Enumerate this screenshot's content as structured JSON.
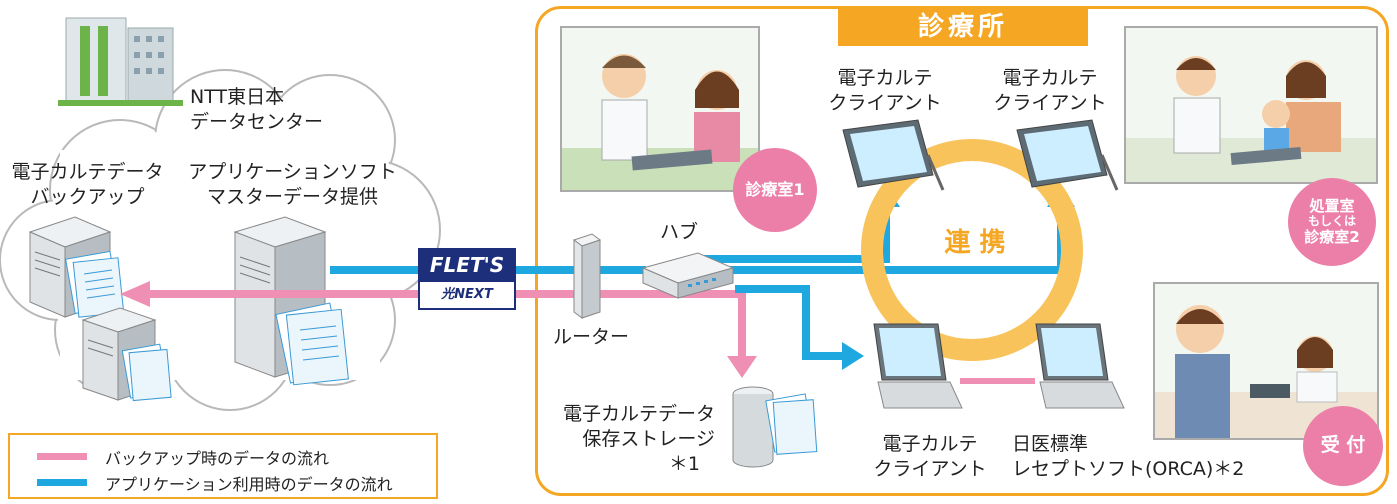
{
  "datacenter": {
    "name_line1": "NTT東日本",
    "name_line2": "データセンター",
    "backup_line1": "電子カルテデータ",
    "backup_line2": "バックアップ",
    "app_line1": "アプリケーションソフト",
    "app_line2": "マスターデータ提供"
  },
  "network": {
    "flets_top": "FLET'S",
    "flets_bottom": "光NEXT",
    "router": "ルーター",
    "hub": "ハブ",
    "storage_line1": "電子カルテデータ",
    "storage_line2": "保存ストレージ",
    "storage_note": "＊1"
  },
  "clinic": {
    "title": "診療所",
    "link": "連 携",
    "client_label_line1": "電子カルテ",
    "client_label_line2": "クライアント",
    "orca_line1": "日医標準",
    "orca_line2": "レセプトソフト(ORCA)＊2",
    "room1": "診療室1",
    "room2_line1": "処置室",
    "room2_line2": "もしくは",
    "room2_line3": "診療室2",
    "reception": "受 付"
  },
  "legend": {
    "backup_flow": "バックアップ時のデータの流れ",
    "app_flow": "アプリケーション利用時のデータの流れ"
  },
  "colors": {
    "orange": "#f5a623",
    "pink": "#ef8fb4",
    "blue": "#1fa8e0",
    "navy": "#1d2f7a"
  }
}
